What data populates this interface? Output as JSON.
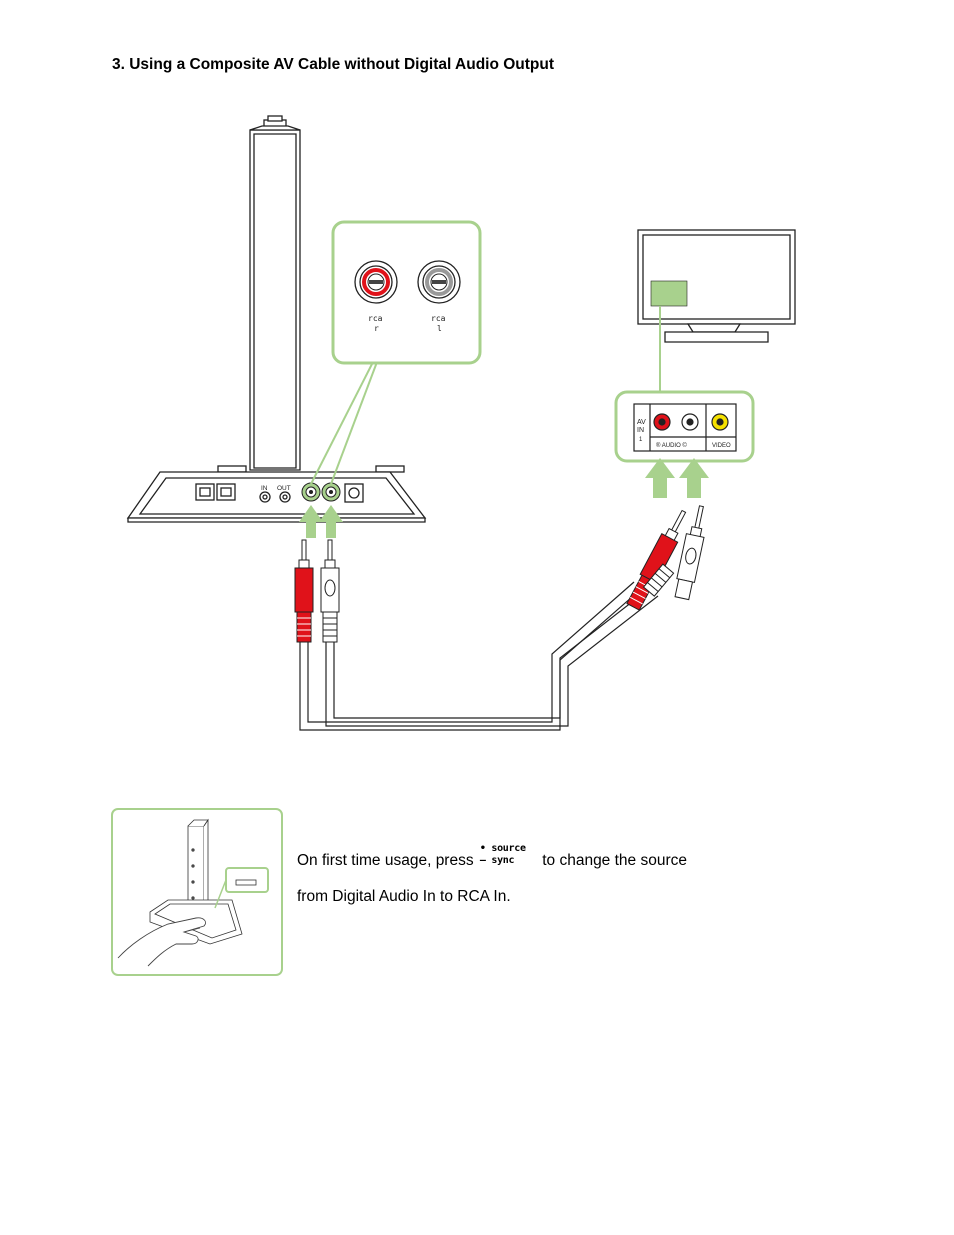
{
  "heading": "3. Using a Composite AV Cable without Digital Audio Output",
  "base_station": {
    "jack_labels": [
      "IN",
      "OUT"
    ],
    "zoom_labels": [
      "rca",
      "r",
      "rca",
      "l"
    ]
  },
  "tv_panel": {
    "av_label": "AV",
    "in_label": "IN",
    "in_number": "1",
    "audio_label": "® AUDIO ©",
    "video_label": "VIDEO"
  },
  "instruction": {
    "line1_before": "On first time usage, press",
    "button_line1": "• source",
    "button_line2": "– sync",
    "line1_after": "to change the source",
    "line2": "from Digital Audio In to RCA In."
  },
  "colors": {
    "accent_green": "#a8d18d",
    "plug_red": "#e0121a",
    "outline": "#222222"
  }
}
